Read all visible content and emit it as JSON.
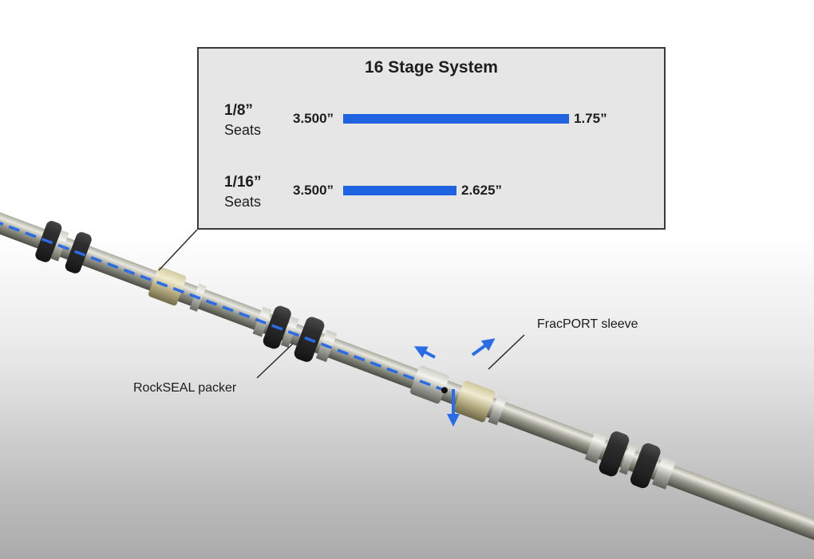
{
  "panel": {
    "title": "16 Stage System",
    "rows": [
      {
        "fraction": "1/8”",
        "label": "Seats",
        "start": "3.500”",
        "end": "1.75”",
        "start_value": 3.5,
        "end_value": 1.75
      },
      {
        "fraction": "1/16”",
        "label": "Seats",
        "start": "3.500”",
        "end": "2.625”",
        "start_value": 3.5,
        "end_value": 2.625
      }
    ]
  },
  "callouts": {
    "packer": "RockSEAL packer",
    "sleeve": "FracPORT sleeve"
  },
  "colors": {
    "bar": "#1f63e0",
    "flow_arrow": "#2a6be6",
    "panel_bg": "#e6e6e6",
    "panel_border": "#3a3a3a"
  }
}
